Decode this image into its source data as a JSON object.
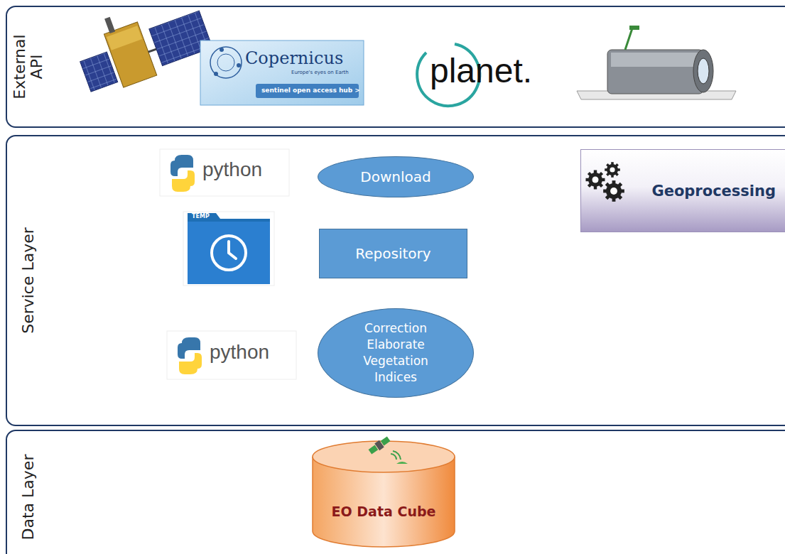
{
  "diagram": {
    "nodes": [
      {
        "text": [
          "External API"
        ]
      },
      {
        "text": [
          "Service Layer"
        ]
      },
      {
        "text": [
          "Download"
        ],
        "in": 1
      },
      {
        "text": [
          "Repository"
        ],
        "in": 1
      },
      {
        "text": [
          "Correction Elaborate Vegetation Indices"
        ],
        "in": 1
      },
      {
        "text": [
          "Geoprocessing"
        ],
        "in": 1
      },
      {
        "text": [
          "Data Layer"
        ]
      },
      {
        "text": [
          "EO Data Cube"
        ],
        "in": 6
      }
    ],
    "labels": [
      "Copernicus",
      "Europe's eyes on Earth",
      "sentinel open access hub >",
      "planet.",
      "python",
      "TEMP",
      "python"
    ]
  }
}
